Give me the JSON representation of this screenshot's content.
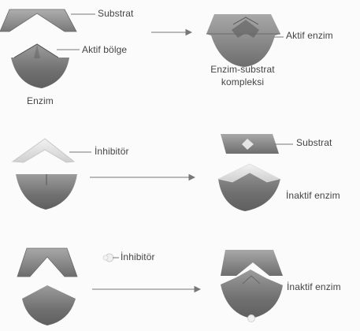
{
  "diagram": {
    "row1": {
      "left_top_label": "Substrat",
      "left_middle_label": "Aktif bölge",
      "left_bottom_label": "Enzim",
      "right_top_label": "Aktif enzim",
      "right_bottom_label_line1": "Enzim-substrat",
      "right_bottom_label_line2": "kompleksi"
    },
    "row2": {
      "left_label": "İnhibitör",
      "right_top_label": "Substrat",
      "right_bottom_label": "İnaktif enzim"
    },
    "row3": {
      "left_label": "İnhibitör",
      "right_label": "İnaktif enzim"
    }
  },
  "colors": {
    "shape_dark": "#6f6f6f",
    "shape_mid": "#8a8a8a",
    "shape_light": "#d2d2d2",
    "inhibitor_fill": "#f3f3f3",
    "line": "#777777",
    "text": "#444444"
  }
}
